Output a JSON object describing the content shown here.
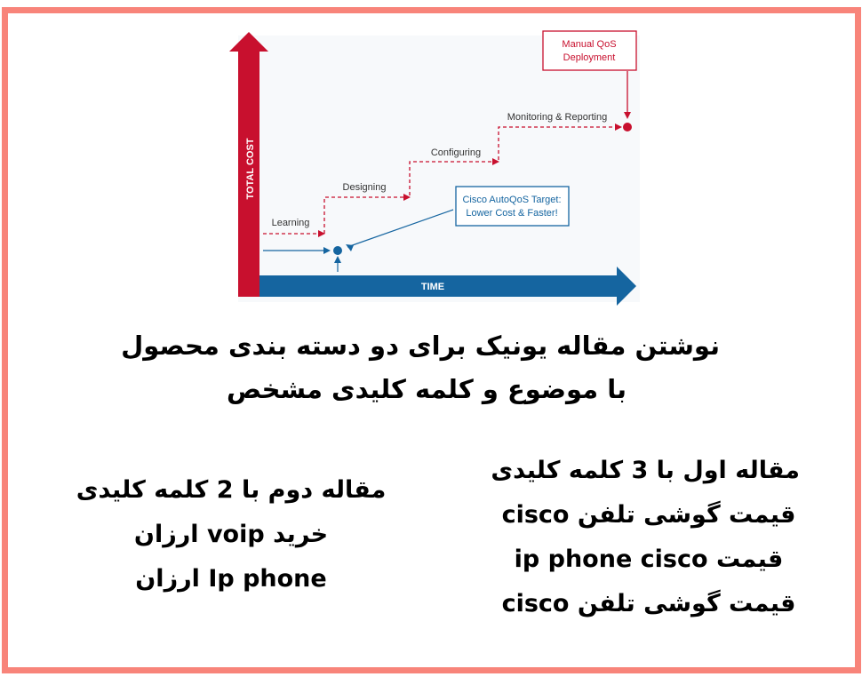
{
  "diagram": {
    "y_axis_label": "TOTAL COST",
    "x_axis_label": "TIME",
    "steps": [
      "Learning",
      "Designing",
      "Configuring",
      "Monitoring & Reporting"
    ],
    "manual_box": [
      "Manual QoS",
      "Deployment"
    ],
    "autoqos_box": [
      "Cisco AutoQoS Target:",
      "Lower Cost & Faster!"
    ],
    "colors": {
      "red": "#c8102e",
      "blue": "#1565a0",
      "frame": "#f8847a"
    }
  },
  "heading": {
    "line1": "نوشتن مقاله یونیک برای دو دسته بندی محصول",
    "line2": "با موضوع و کلمه کلیدی مشخص"
  },
  "article1": {
    "title": "مقاله اول با 3 کلمه کلیدی",
    "keywords": [
      "قیمت گوشی تلفن cisco",
      "قیمت ip phone cisco",
      "قیمت گوشی تلفن cisco"
    ]
  },
  "article2": {
    "title": "مقاله دوم با 2 کلمه کلیدی",
    "keywords": [
      "خرید voip ارزان",
      "Ip phone ارزان"
    ]
  }
}
